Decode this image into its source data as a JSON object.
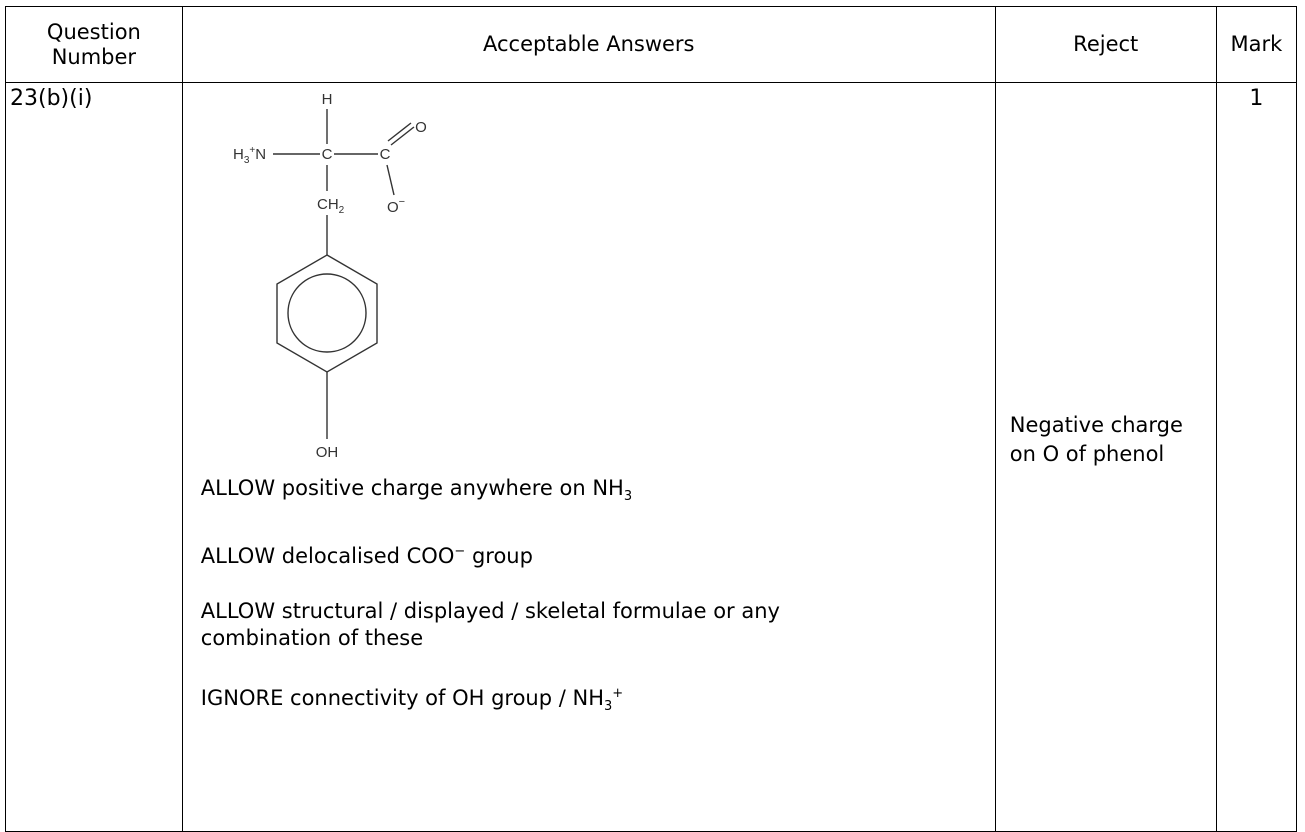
{
  "table": {
    "headers": {
      "question_number_line1": "Question",
      "question_number_line2": "Number",
      "acceptable_answers": "Acceptable Answers",
      "reject": "Reject",
      "mark": "Mark"
    },
    "row": {
      "question_number": "23(b)(i)",
      "mark": "1",
      "reject_line1": "Negative charge",
      "reject_line2": "on O of phenol",
      "answers": {
        "allow_1_prefix": "ALLOW positive charge anywhere on NH",
        "allow_1_sub": "3",
        "allow_2_prefix": "ALLOW delocalised COO",
        "allow_2_sup": "−",
        "allow_2_suffix": " group",
        "allow_3_line1": "ALLOW structural / displayed / skeletal formulae or any",
        "allow_3_line2": "combination of these",
        "ignore_prefix": "IGNORE connectivity of OH group / NH",
        "ignore_sub": "3",
        "ignore_sup": "+"
      }
    }
  },
  "molecule": {
    "atom_h_top": "H",
    "group_h3": "H",
    "group_h3_sub": "3",
    "group_h3_sup": "+",
    "group_n": "N",
    "atom_c_alpha": "C",
    "atom_c_carboxyl": "C",
    "atom_o_double": "O",
    "atom_o_minus": "O",
    "atom_o_minus_sup": "−",
    "group_ch2": "CH",
    "group_ch2_sub": "2",
    "group_oh": "OH"
  }
}
